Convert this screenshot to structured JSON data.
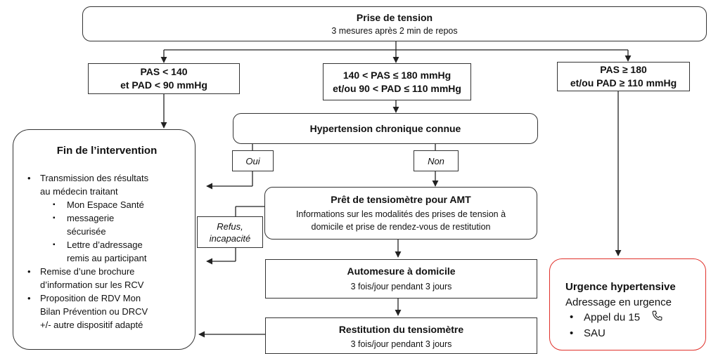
{
  "top": {
    "title": "Prise de tension",
    "subtitle": "3 mesures après 2 min de repos"
  },
  "branch_left": {
    "line1": "PAS < 140",
    "line2": "et PAD < 90 mmHg"
  },
  "branch_middle": {
    "line1": "140 < PAS ≤ 180 mmHg",
    "line2": "et/ou 90 < PAD ≤ 110 mmHg"
  },
  "branch_right": {
    "line1": "PAS ≥ 180",
    "line2": "et/ou PAD ≥ 110 mmHg"
  },
  "chronic": {
    "title": "Hypertension chronique connue"
  },
  "tags": {
    "yes": "Oui",
    "no": "Non",
    "refusal_1": "Refus,",
    "refusal_2": "incapacité"
  },
  "loan": {
    "title": "Prêt de tensiomètre pour AMT",
    "line1": "Informations sur les modalités des prises de tension à",
    "line2": "domicile et prise de rendez-vous de restitution"
  },
  "self_measure": {
    "title": "Automesure à domicile",
    "subtitle": "3 fois/jour pendant 3 jours"
  },
  "restitution": {
    "title": "Restitution du tensiomètre",
    "subtitle": "3 fois/jour pendant 3 jours"
  },
  "end": {
    "title": "Fin de l’intervention",
    "b1_l1": "Transmission des résultats",
    "b1_l2": "au médecin traitant",
    "sub1": "Mon Espace Santé",
    "sub2_l1": "messagerie",
    "sub2_l2": "sécurisée",
    "sub3_l1": "Lettre d’adressage",
    "sub3_l2": "remis au participant",
    "b2_l1": "Remise d’une brochure",
    "b2_l2": "d’information sur les RCV",
    "b3_l1": "Proposition de RDV Mon",
    "b3_l2": "Bilan Prévention ou DRCV",
    "b3_l3": "+/- autre dispositif adapté"
  },
  "urgency": {
    "title": "Urgence hypertensive",
    "subtitle": "Adressage en urgence",
    "item1": "Appel du 15",
    "item2": "SAU",
    "icon": "phone-icon",
    "border_color": "#e0302a"
  }
}
